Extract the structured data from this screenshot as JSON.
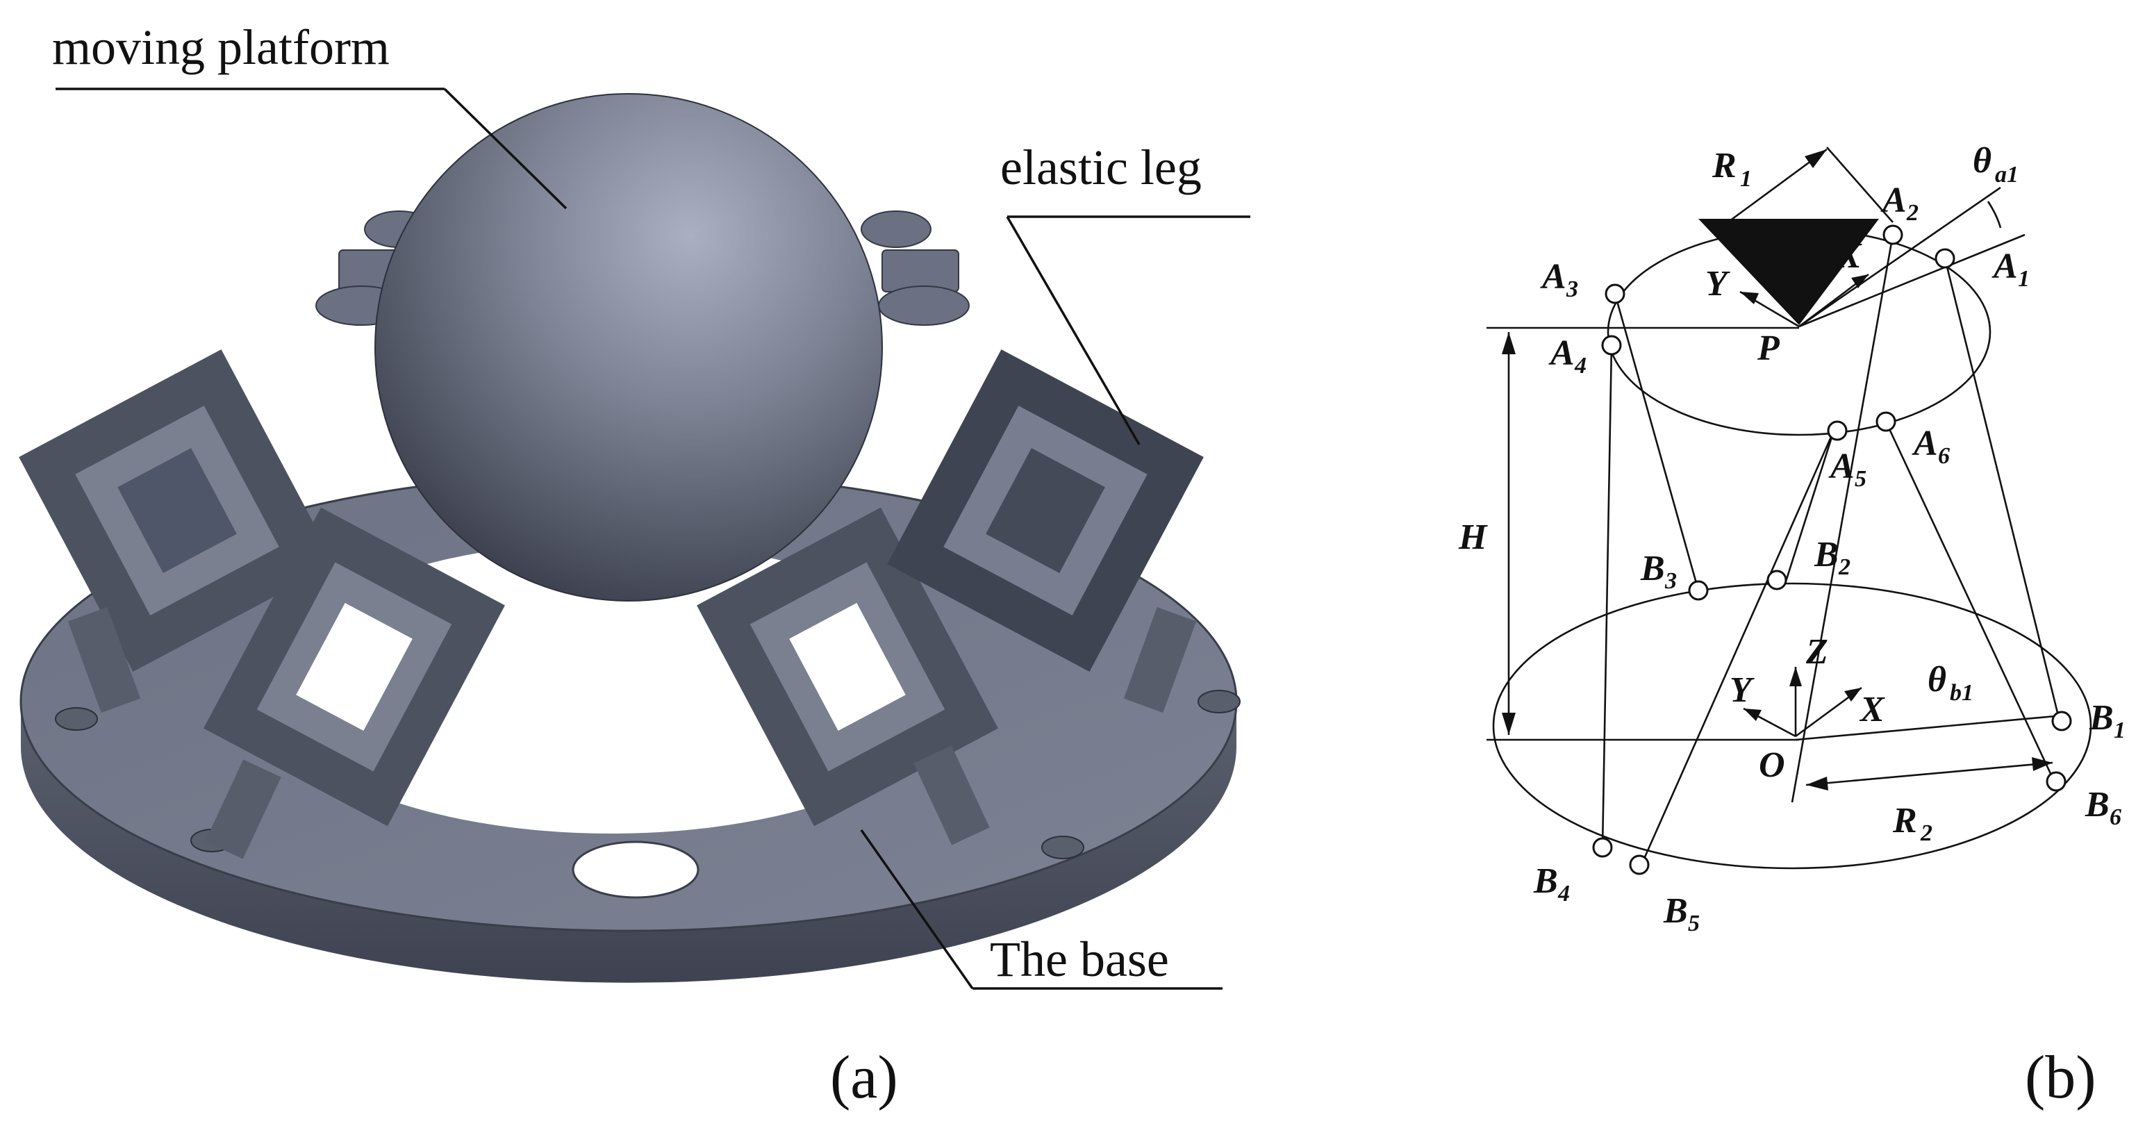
{
  "panel_a": {
    "label": "(a)",
    "callouts": {
      "moving_platform": "moving platform",
      "elastic_leg": "elastic leg",
      "base": "The base"
    }
  },
  "panel_b": {
    "label": "(b)",
    "symbols": {
      "R1": {
        "main": "R",
        "sub": "1"
      },
      "R2": {
        "main": "R",
        "sub": "2"
      },
      "theta_a1": {
        "main": "θ",
        "sub": "a1"
      },
      "theta_b1": {
        "main": "θ",
        "sub": "b1"
      },
      "H": "H",
      "P": "P",
      "O": "O",
      "upper_axes": {
        "X": "X",
        "Y": "Y"
      },
      "lower_axes": {
        "X": "X",
        "Y": "Y",
        "Z": "Z"
      }
    },
    "upper_joints": [
      {
        "main": "A",
        "sub": "1"
      },
      {
        "main": "A",
        "sub": "2"
      },
      {
        "main": "A",
        "sub": "3"
      },
      {
        "main": "A",
        "sub": "4"
      },
      {
        "main": "A",
        "sub": "5"
      },
      {
        "main": "A",
        "sub": "6"
      }
    ],
    "lower_joints": [
      {
        "main": "B",
        "sub": "1"
      },
      {
        "main": "B",
        "sub": "2"
      },
      {
        "main": "B",
        "sub": "3"
      },
      {
        "main": "B",
        "sub": "4"
      },
      {
        "main": "B",
        "sub": "5"
      },
      {
        "main": "B",
        "sub": "6"
      }
    ]
  },
  "colors": {
    "body_dark": "#4a4f5e",
    "body_mid": "#6b7182",
    "body_light": "#9ba1b3",
    "sphere_highlight": "#a8aec0",
    "ink": "#111111"
  }
}
